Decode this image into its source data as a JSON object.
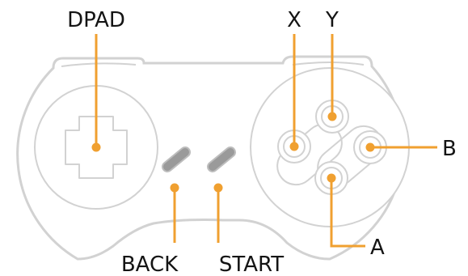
{
  "labels": {
    "dpad": "DPAD",
    "x": "X",
    "y": "Y",
    "b": "B",
    "a": "A",
    "back": "BACK",
    "start": "START"
  },
  "colors": {
    "outline": "#d2d2d2",
    "callout": "#f0a030",
    "button_fill": "#ffffff",
    "pill_fill": "#9a9a9a",
    "text": "#141414"
  },
  "icons": [
    "dpad-icon",
    "x-button",
    "y-button",
    "a-button",
    "b-button",
    "back-button",
    "start-button"
  ]
}
